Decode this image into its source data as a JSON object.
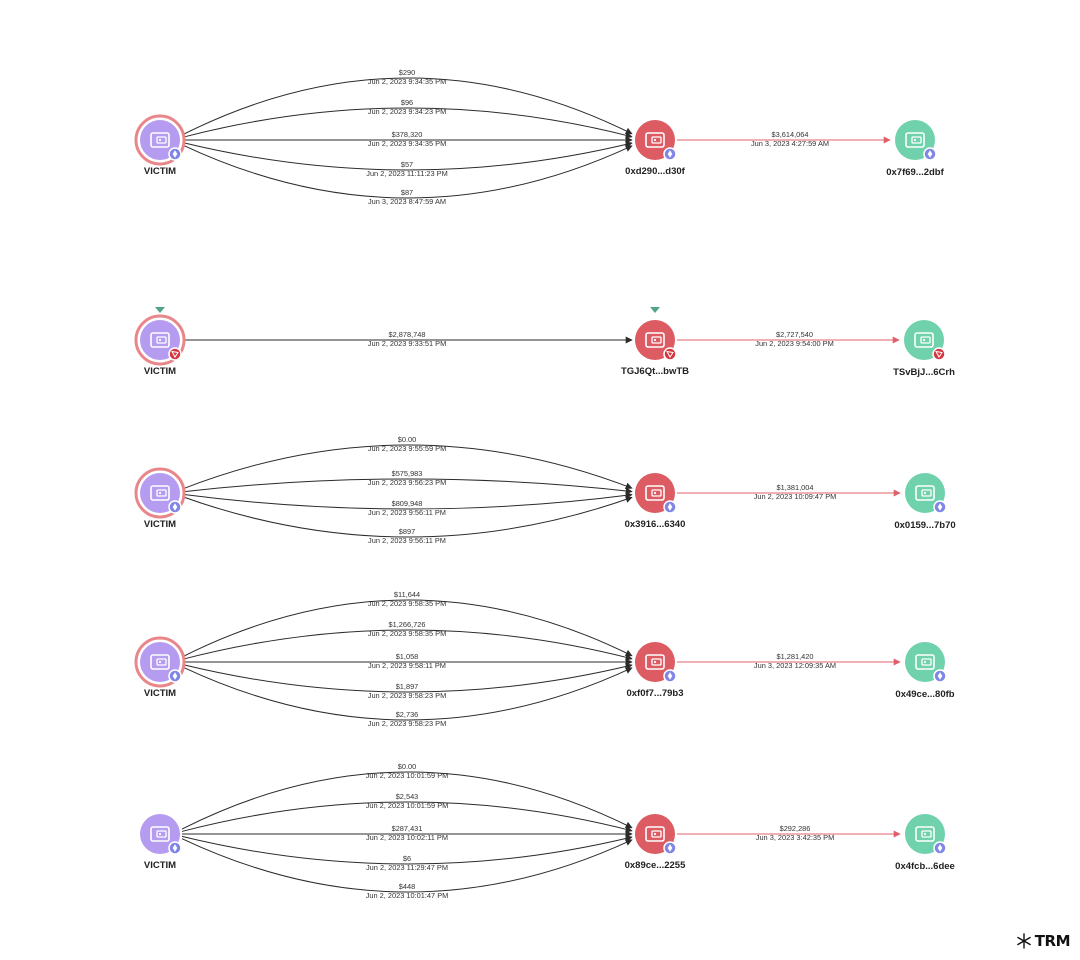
{
  "colors": {
    "victim": "#b59cf0",
    "victim_ring": "#e9868a",
    "exploiter": "#dd5b62",
    "receiver": "#6fd2ad",
    "eth_badge": "#7f86e6",
    "tron_badge": "#d63841",
    "edge_dark": "#2b2b2b",
    "edge_red": "#e0606a",
    "marker": "#4fa48a"
  },
  "rows": [
    {
      "victim": {
        "label": "VICTIM",
        "ringed": true,
        "chain": "eth-icon"
      },
      "exploiter": {
        "label": "0xd290...d30f",
        "chain": "eth-icon",
        "marker": false
      },
      "receiver": {
        "label": "0x7f69...2dbf",
        "chain": "eth-icon"
      },
      "victim_edges": [
        {
          "amount": "$290",
          "date": "Jun 2, 2023 9:34:35 PM"
        },
        {
          "amount": "$96",
          "date": "Jun 2, 2023 9:34:23 PM"
        },
        {
          "amount": "$378,320",
          "date": "Jun 2, 2023 9:34:35 PM"
        },
        {
          "amount": "$57",
          "date": "Jun 2, 2023 11:11:23 PM"
        },
        {
          "amount": "$87",
          "date": "Jun 3, 2023 8:47:59 AM"
        }
      ],
      "out_edge": {
        "amount": "$3,614,064",
        "date": "Jun 3, 2023 4:27:59 AM"
      }
    },
    {
      "victim": {
        "label": "VICTIM",
        "ringed": true,
        "chain": "tron-icon",
        "marker": true
      },
      "exploiter": {
        "label": "TGJ6Qt...bwTB",
        "chain": "tron-icon",
        "marker": true
      },
      "receiver": {
        "label": "TSvBjJ...6Crh",
        "chain": "tron-icon"
      },
      "victim_edges": [
        {
          "amount": "$2,878,748",
          "date": "Jun 2, 2023 9:33:51 PM"
        }
      ],
      "out_edge": {
        "amount": "$2,727,540",
        "date": "Jun 2, 2023 9:54:00 PM"
      }
    },
    {
      "victim": {
        "label": "VICTIM",
        "ringed": true,
        "chain": "eth-icon"
      },
      "exploiter": {
        "label": "0x3916...6340",
        "chain": "eth-icon",
        "marker": false
      },
      "receiver": {
        "label": "0x0159...7b70",
        "chain": "eth-icon"
      },
      "victim_edges": [
        {
          "amount": "$0.00",
          "date": "Jun 2, 2023 9:55:59 PM"
        },
        {
          "amount": "$575,983",
          "date": "Jun 2, 2023 9:56:23 PM"
        },
        {
          "amount": "$809,948",
          "date": "Jun 2, 2023 9:56:11 PM"
        },
        {
          "amount": "$897",
          "date": "Jun 2, 2023 9:56:11 PM"
        }
      ],
      "out_edge": {
        "amount": "$1,381,004",
        "date": "Jun 2, 2023 10:09:47 PM"
      }
    },
    {
      "victim": {
        "label": "VICTIM",
        "ringed": true,
        "chain": "eth-icon"
      },
      "exploiter": {
        "label": "0xf0f7...79b3",
        "chain": "eth-icon",
        "marker": false
      },
      "receiver": {
        "label": "0x49ce...80fb",
        "chain": "eth-icon"
      },
      "victim_edges": [
        {
          "amount": "$11,644",
          "date": "Jun 2, 2023 9:58:35 PM"
        },
        {
          "amount": "$1,266,726",
          "date": "Jun 2, 2023 9:58:35 PM"
        },
        {
          "amount": "$1,058",
          "date": "Jun 2, 2023 9:58:11 PM"
        },
        {
          "amount": "$1,897",
          "date": "Jun 2, 2023 9:58:23 PM"
        },
        {
          "amount": "$2,736",
          "date": "Jun 2, 2023 9:58:23 PM"
        }
      ],
      "out_edge": {
        "amount": "$1,281,420",
        "date": "Jun 3, 2023 12:09:35 AM"
      }
    },
    {
      "victim": {
        "label": "VICTIM",
        "ringed": false,
        "chain": "eth-icon"
      },
      "exploiter": {
        "label": "0x89ce...2255",
        "chain": "eth-icon",
        "marker": false
      },
      "receiver": {
        "label": "0x4fcb...6dee",
        "chain": "eth-icon"
      },
      "victim_edges": [
        {
          "amount": "$0.00",
          "date": "Jun 2, 2023 10:01:59 PM"
        },
        {
          "amount": "$2,543",
          "date": "Jun 2, 2023 10:01:59 PM"
        },
        {
          "amount": "$287,431",
          "date": "Jun 2, 2023 10:02:11 PM"
        },
        {
          "amount": "$6",
          "date": "Jun 2, 2023 11:29:47 PM"
        },
        {
          "amount": "$448",
          "date": "Jun 2, 2023 10:01:47 PM"
        }
      ],
      "out_edge": {
        "amount": "$292,286",
        "date": "Jun 3, 2023 3:42:35 PM"
      }
    }
  ],
  "logo": {
    "text": "TRM"
  }
}
